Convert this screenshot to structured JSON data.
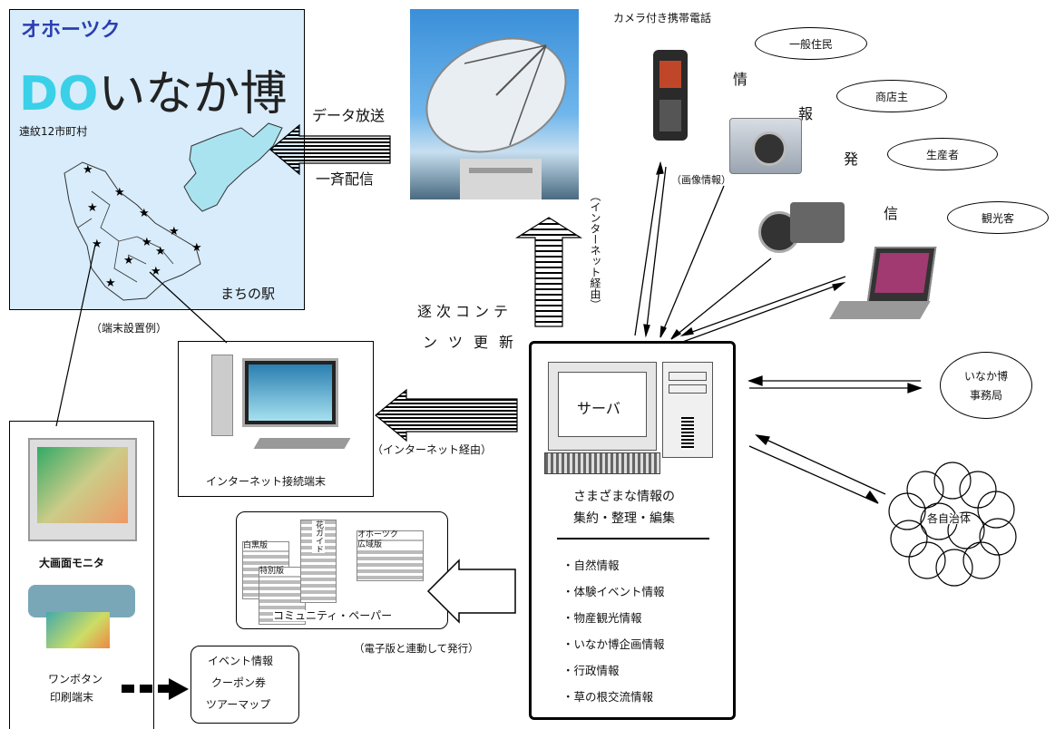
{
  "map_panel": {
    "title_small": "オホーツク",
    "title_big_prefix": "DO",
    "title_big_suffix": "いなか博",
    "region": "遠紋12市町村",
    "station": "まちの駅"
  },
  "broadcast": {
    "line1": "データ放送",
    "line2": "一斉配信"
  },
  "camera_phone_label": "カメラ付き携帯電話",
  "dispatch_chars": [
    "情",
    "報",
    "発",
    "信"
  ],
  "image_info": "（画像情報）",
  "ovals": [
    "一般住民",
    "商店主",
    "生産者",
    "観光客"
  ],
  "internet_vertical": "（インターネット経由）",
  "update_text": {
    "line1": "逐次コンテ",
    "line2": "ンツ更新"
  },
  "terminal_example": "（端末設置例）",
  "internet_terminal": "インターネット接続端末",
  "internet_via": "（インターネット経由）",
  "server": {
    "screen_label": "サーバ",
    "caption1": "さまざまな情報の",
    "caption2": "集約・整理・編集",
    "items": [
      "・自然情報",
      "・体験イベント情報",
      "・物産観光情報",
      "・いなか博企画情報",
      "・行政情報",
      "・草の根交流情報"
    ]
  },
  "office": {
    "line1": "いなか博",
    "line2": "事務局"
  },
  "municipalities": "各自治体",
  "community_paper": "コミュニティ・ペーパー",
  "paper_labels": {
    "a": "白黒版",
    "b": "特別版",
    "c": "花ガイド",
    "d1": "オホーツク",
    "d2": "広域版"
  },
  "e_edition_note": "（電子版と連動して発行）",
  "kiosk": {
    "monitor": "大画面モニタ",
    "print1": "ワンボタン",
    "print2": "印刷端末"
  },
  "outputs": [
    "イベント情報",
    "クーポン券",
    "ツアーマップ"
  ]
}
